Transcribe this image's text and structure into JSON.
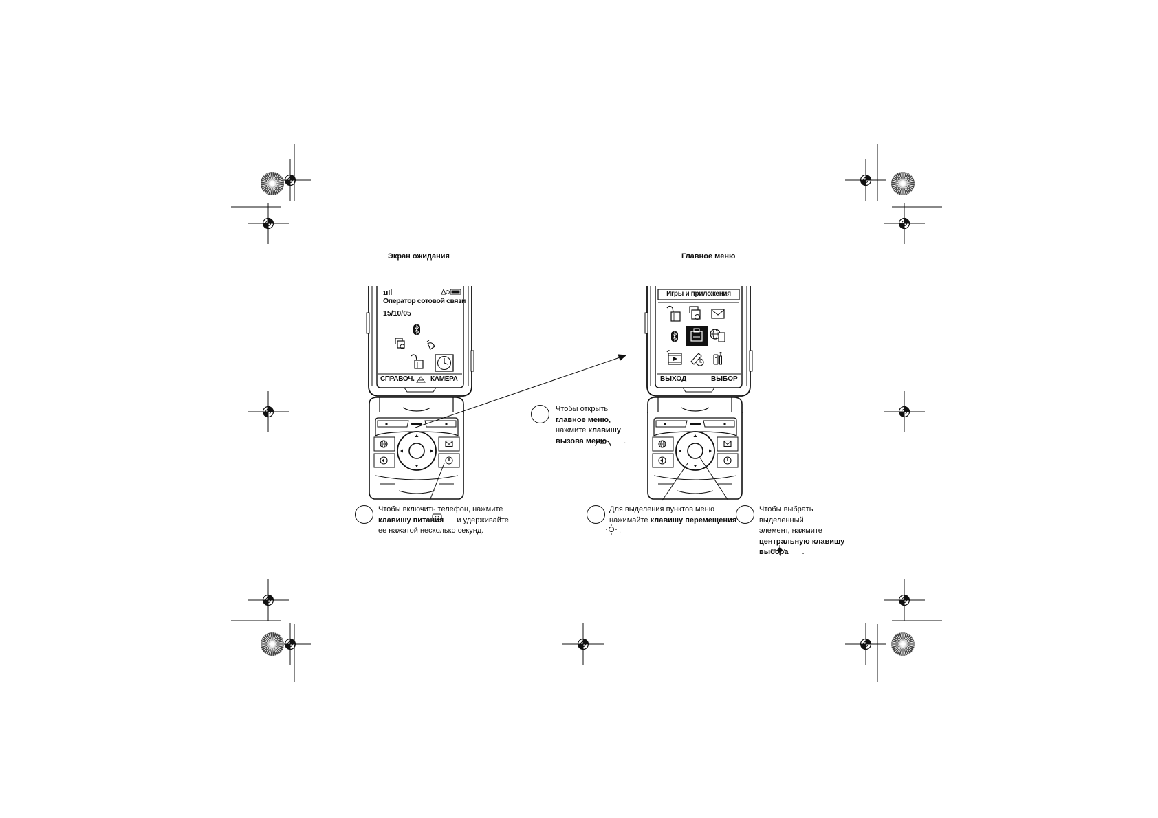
{
  "captions": {
    "standby": "Экран ожидания",
    "main_menu": "Главное меню"
  },
  "standby_screen": {
    "operator": "Оператор сотовой связи",
    "date": "15/10/05",
    "soft_left": "СПРАВОЧ.",
    "soft_right": "КАМЕРА"
  },
  "menu_screen": {
    "title": "Игры и приложения",
    "soft_left": "ВЫХОД",
    "soft_right": "ВЫБОР",
    "icons": [
      "phonebook-icon",
      "recent-calls-icon",
      "messages-icon",
      "bluetooth-icon",
      "games-apps-icon",
      "web-access-icon",
      "multimedia-icon",
      "tools-icon",
      "settings-icon"
    ]
  },
  "callouts": {
    "menu_key": {
      "t1": "Чтобы открыть",
      "b1": "главное меню,",
      "t2": "нажмите ",
      "b2": "клавишу",
      "b3": "вызова меню",
      "t3": "."
    },
    "power": {
      "t1": "Чтобы включить телефон, нажмите",
      "b1": "клавишу питания",
      "t2": " и удерживайте",
      "t3": "ее нажатой несколько секунд."
    },
    "navigate": {
      "t1": "Для выделения пунктов меню",
      "t2": "нажимайте ",
      "b1": "клавишу перемещения",
      "t3": "."
    },
    "select": {
      "t1": "Чтобы выбрать",
      "t2": "выделенный",
      "t3": "элемент, нажмите",
      "b1": "центральную клавишу",
      "b2": "выбора",
      "t4": "."
    }
  }
}
